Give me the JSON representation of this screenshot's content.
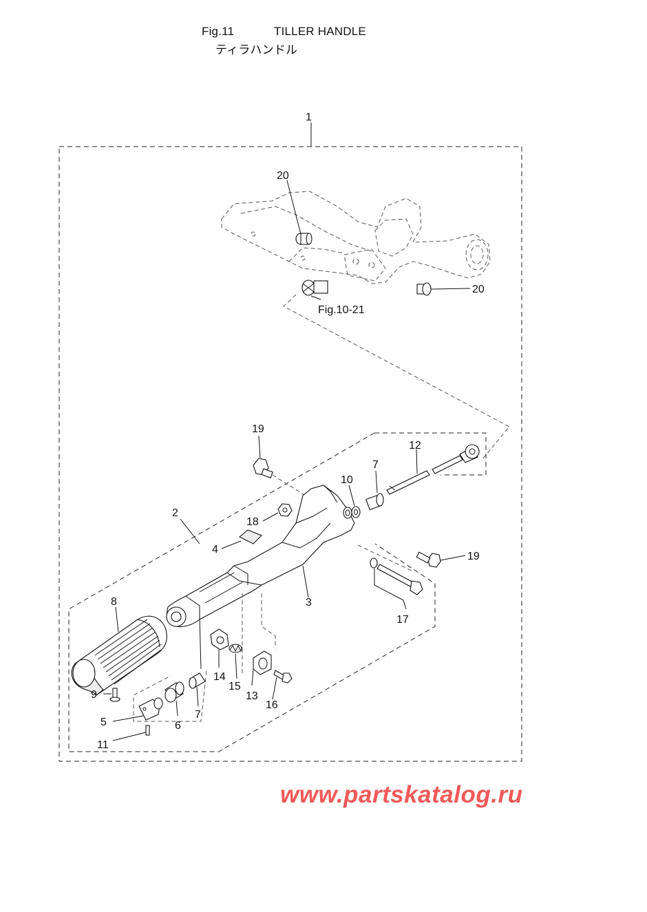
{
  "header": {
    "fig_number": "Fig.11",
    "title": "TILLER HANDLE",
    "title_jp": "ティラハンドル"
  },
  "callouts": {
    "p1": "1",
    "p2": "2",
    "p3": "3",
    "p4": "4",
    "p5": "5",
    "p6": "6",
    "p7a": "7",
    "p7b": "7",
    "p8": "8",
    "p9": "9",
    "p10": "10",
    "p11": "11",
    "p12": "12",
    "p13": "13",
    "p14": "14",
    "p15": "15",
    "p16": "16",
    "p17": "17",
    "p18": "18",
    "p19a": "19",
    "p19b": "19",
    "p20a": "20",
    "p20b": "20",
    "ref_fig": "Fig.10-21"
  },
  "watermark": "www.partskatalog.ru",
  "colors": {
    "watermark": "#f25a5a",
    "line": "#111111"
  }
}
